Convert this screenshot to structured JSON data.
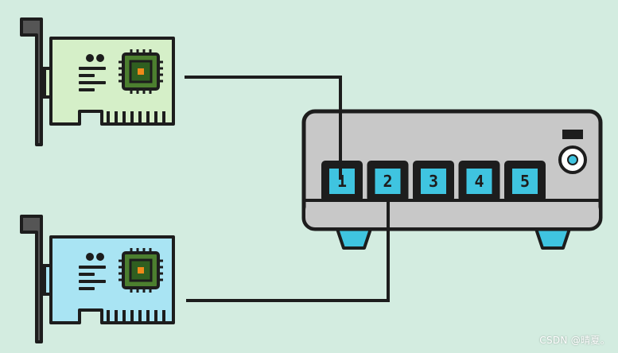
{
  "colors": {
    "background": "#d3ece0",
    "card_top": "#d5efc8",
    "card_bottom": "#a9e4f3",
    "bracket": "#555555",
    "chip_outer": "#4c7f2f",
    "chip_inner": "#2f5f20",
    "chip_core": "#f08a1a",
    "switch_body": "#c8c8c8",
    "switch_port": "#3fc4e0",
    "outline": "#1d1d1d",
    "cable": "#1d1d1d"
  },
  "cards": [
    {
      "name": "network-card-top",
      "color_key": "card_top",
      "port": 1
    },
    {
      "name": "network-card-bottom",
      "color_key": "card_bottom",
      "port": 2
    }
  ],
  "switch": {
    "ports": [
      {
        "label": "1"
      },
      {
        "label": "2"
      },
      {
        "label": "3"
      },
      {
        "label": "4"
      },
      {
        "label": "5"
      }
    ],
    "power_icon": "power-button-icon"
  },
  "watermark": "CSDN @晴夏。"
}
